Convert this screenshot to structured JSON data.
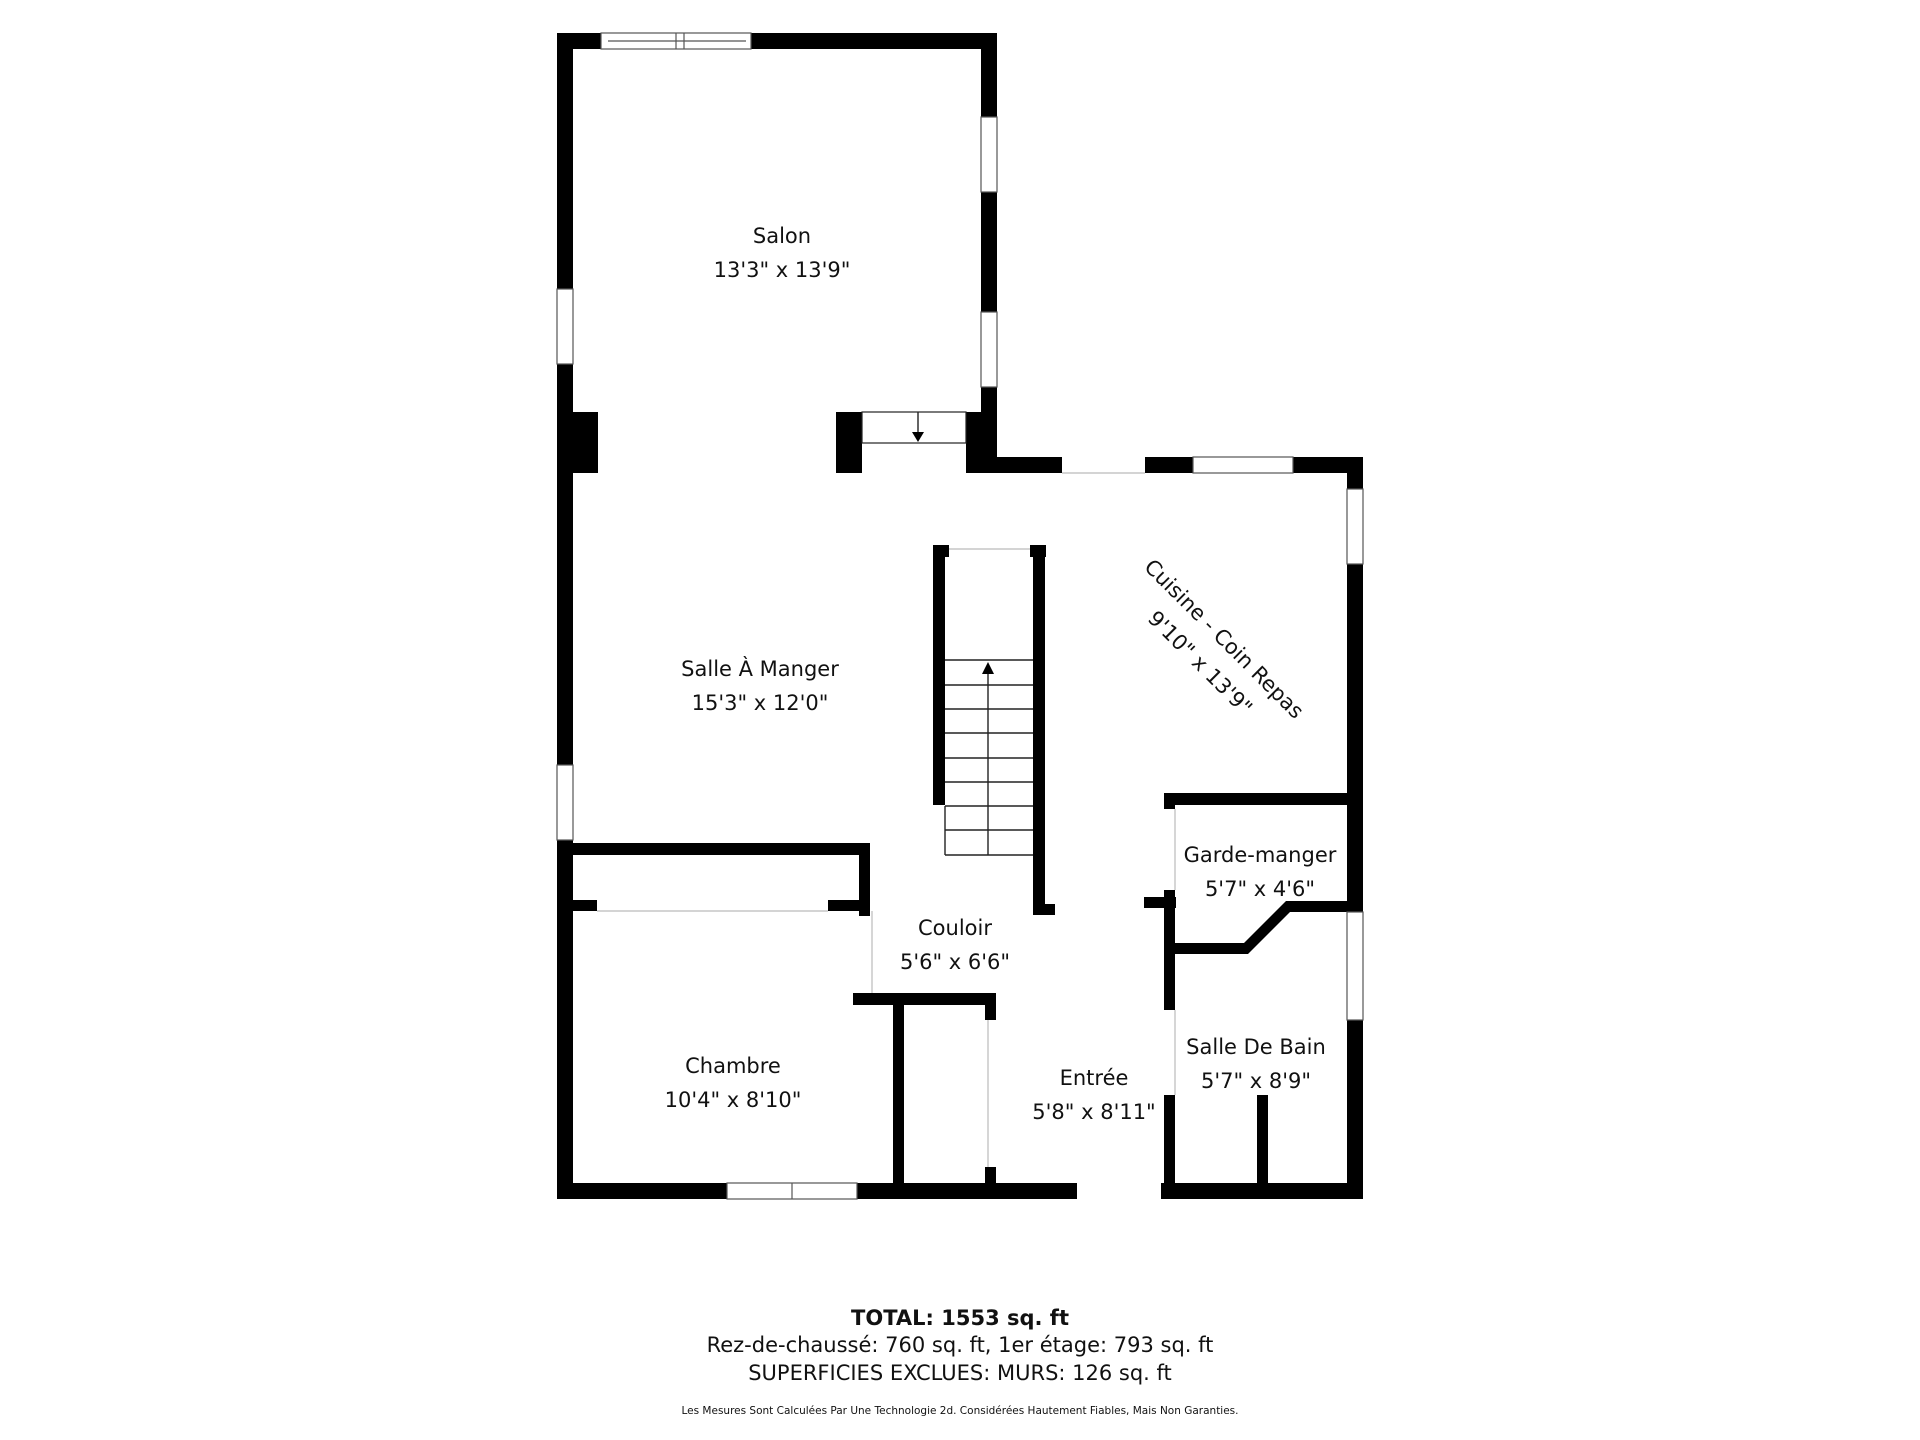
{
  "rooms": {
    "salon": {
      "name": "Salon",
      "dims": "13'3\" x 13'9\""
    },
    "salle_a_manger": {
      "name": "Salle À Manger",
      "dims": "15'3\" x 12'0\""
    },
    "cuisine": {
      "name": "Cuisine - Coin Repas",
      "dims": "9'10\" x 13'9\""
    },
    "garde_manger": {
      "name": "Garde-manger",
      "dims": "5'7\" x 4'6\""
    },
    "couloir": {
      "name": "Couloir",
      "dims": "5'6\" x 6'6\""
    },
    "chambre": {
      "name": "Chambre",
      "dims": "10'4\" x 8'10\""
    },
    "entree": {
      "name": "Entrée",
      "dims": "5'8\" x 8'11\""
    },
    "salle_de_bain": {
      "name": "Salle De Bain",
      "dims": "5'7\" x 8'9\""
    }
  },
  "summary": {
    "total": "TOTAL: 1553 sq. ft",
    "floors": "Rez-de-chaussé: 760 sq. ft, 1er étage: 793 sq. ft",
    "excluded": "SUPERFICIES EXCLUES: MURS: 126 sq. ft",
    "disclaimer": "Les Mesures Sont Calculées Par Une Technologie 2d. Considérées Hautement Fiables, Mais Non Garanties."
  },
  "colors": {
    "wall": "#000000",
    "background": "#ffffff"
  }
}
